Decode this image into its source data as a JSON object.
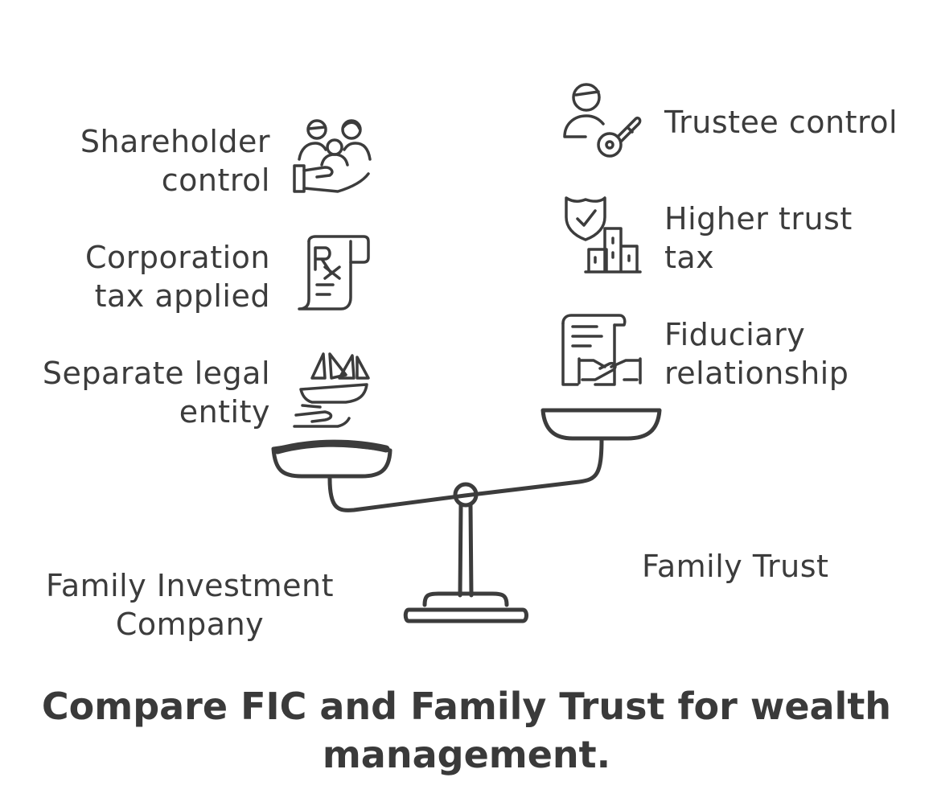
{
  "left_side": {
    "items": [
      {
        "lines": [
          "Shareholder",
          "control"
        ],
        "icon": "people-hand-icon"
      },
      {
        "lines": [
          "Corporation",
          "tax applied"
        ],
        "icon": "prescription-scroll-icon"
      },
      {
        "lines": [
          "Separate legal",
          "entity"
        ],
        "icon": "boats-hand-icon"
      }
    ],
    "label_lines": [
      "Family Investment",
      "Company"
    ]
  },
  "right_side": {
    "items": [
      {
        "lines": [
          "Trustee control"
        ],
        "icon": "person-key-icon"
      },
      {
        "lines": [
          "Higher trust",
          "tax"
        ],
        "icon": "shield-building-icon"
      },
      {
        "lines": [
          "Fiduciary",
          "relationship"
        ],
        "icon": "document-handshake-icon"
      }
    ],
    "label_lines": [
      "Family Trust"
    ]
  },
  "title_lines": [
    "Compare FIC and Family Trust for wealth",
    "management."
  ],
  "colors": {
    "ink": "#3c3c3c",
    "background": "#ffffff"
  }
}
